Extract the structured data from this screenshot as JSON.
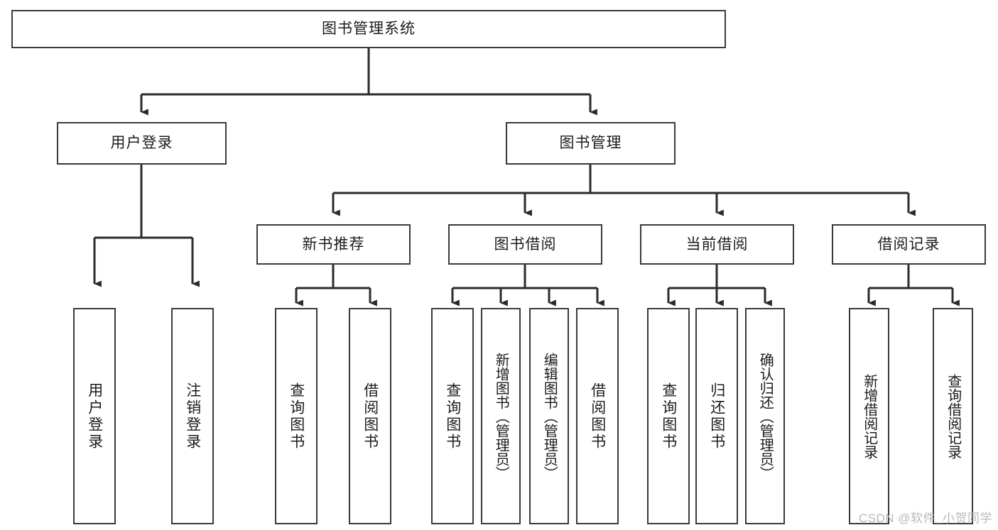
{
  "diagram": {
    "type": "tree-hierarchy",
    "title": "图书管理系统",
    "orientation": "top-down",
    "line_color": "#3a3a3a",
    "box_fill": "#ffffff",
    "text_color": "#1c1c1c",
    "root": {
      "label": "图书管理系统",
      "children": [
        {
          "label": "用户登录",
          "children": [
            {
              "label": "用户登录"
            },
            {
              "label": "注销登录"
            }
          ]
        },
        {
          "label": "图书管理",
          "children": [
            {
              "label": "新书推荐",
              "children": [
                {
                  "label": "查询图书"
                },
                {
                  "label": "借阅图书"
                }
              ]
            },
            {
              "label": "图书借阅",
              "children": [
                {
                  "label": "查询图书"
                },
                {
                  "label": "新增图书（管理员）"
                },
                {
                  "label": "编辑图书（管理员）"
                },
                {
                  "label": "借阅图书"
                }
              ]
            },
            {
              "label": "当前借阅",
              "children": [
                {
                  "label": "查询图书"
                },
                {
                  "label": "归还图书"
                },
                {
                  "label": "确认归还（管理员）"
                }
              ]
            },
            {
              "label": "借阅记录",
              "children": [
                {
                  "label": "新增借阅记录"
                },
                {
                  "label": "查询借阅记录"
                }
              ]
            }
          ]
        }
      ]
    }
  },
  "watermark": {
    "text": "CSDN @软件_小贺同学"
  }
}
